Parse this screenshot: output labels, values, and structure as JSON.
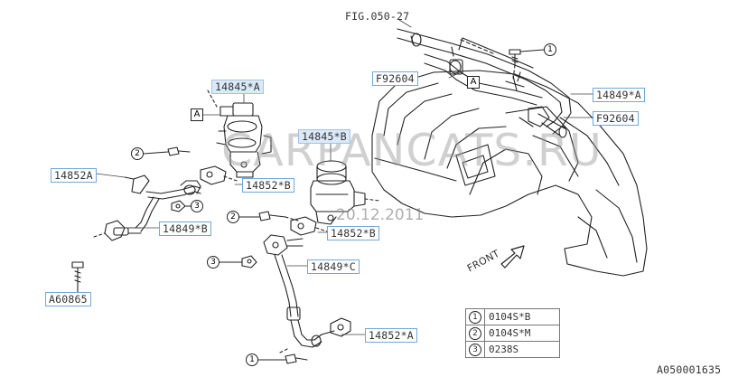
{
  "figure_ref": "FIG.050-27",
  "diagram_id": "A050001635",
  "watermark": "CARPANCATS.RU",
  "date_stamp": "20.12.2011",
  "parts": {
    "p14845A": "14845*A",
    "p14845B": "14845*B",
    "p14849A": "14849*A",
    "p14849B": "14849*B",
    "p14849C": "14849*C",
    "p14852A_left": "14852A",
    "p14852A_bottom": "14852*A",
    "p14852B_upper": "14852*B",
    "p14852B_lower": "14852*B",
    "F92604_top": "F92604",
    "F92604_right": "F92604",
    "A60865": "A60865"
  },
  "markers": {
    "tag_a": "A",
    "front": "FRONT",
    "c1": "1",
    "c2": "2",
    "c3": "3"
  },
  "legend": [
    {
      "num": "1",
      "code": "0104S*B"
    },
    {
      "num": "2",
      "code": "0104S*M"
    },
    {
      "num": "3",
      "code": "0238S"
    }
  ]
}
